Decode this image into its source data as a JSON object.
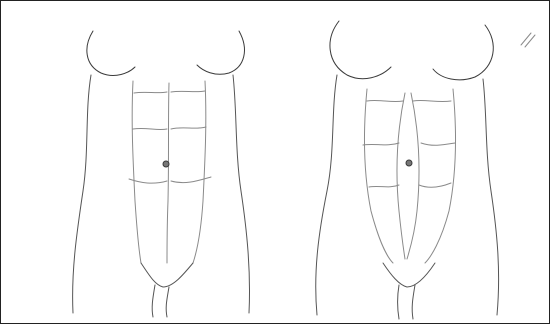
{
  "image": {
    "subject": "sketch",
    "panels": [
      {
        "name": "left-torso"
      },
      {
        "name": "right-torso"
      }
    ],
    "colors": {
      "background": "#ffffff",
      "border": "#222222",
      "pencil": "#555555"
    }
  }
}
